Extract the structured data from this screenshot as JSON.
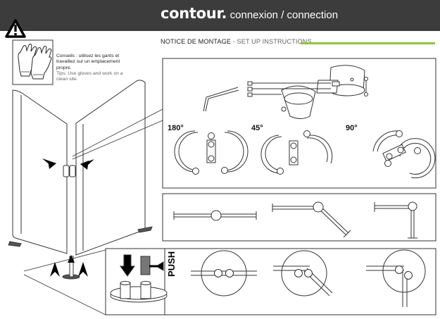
{
  "header": {
    "brand": "contour.",
    "subtitle": "connexion / connection",
    "background": "#3c3c3c"
  },
  "section_title": {
    "fr": "NOTICE DE MONTAGE",
    "separator": " - ",
    "en": "SET UP INSTRUCTIONS"
  },
  "accent_color": "#8dc63f",
  "tips": {
    "fr": "Conseils : utilisez les gants et travaillez sur un emplacement propre.",
    "en": "Tips: Use gloves and work on a clean site."
  },
  "angles": [
    "180°",
    "45°",
    "90°"
  ],
  "push_label": "PUSH",
  "icons": [
    "warning-icon",
    "gloves-icon",
    "allen-key-icon"
  ]
}
